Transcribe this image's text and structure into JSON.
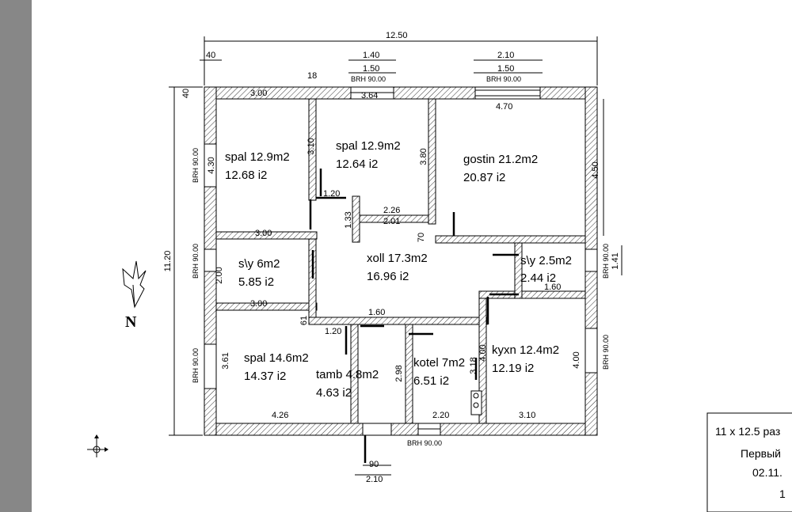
{
  "title_block": {
    "line1": "11 x 12.5  раз",
    "line2": "Первый",
    "line3": "02.11.",
    "line4": "1"
  },
  "north_label": "N",
  "rooms": [
    {
      "name": "spal 12.9m2",
      "area": "12.68 i2"
    },
    {
      "name": "spal 12.9m2",
      "area": "12.64 i2"
    },
    {
      "name": "gostin 21.2m2",
      "area": "20.87 i2"
    },
    {
      "name": "s\\y 6m2",
      "area": "5.85 i2"
    },
    {
      "name": "xoll 17.3m2",
      "area": "16.96 i2"
    },
    {
      "name": "s\\y 2.5m2",
      "area": "2.44 i2"
    },
    {
      "name": "spal 14.6m2",
      "area": "14.37 i2"
    },
    {
      "name": "tamb 4.8m2",
      "area": "4.63 i2"
    },
    {
      "name": "kotel 7m2",
      "area": "6.51 i2"
    },
    {
      "name": "kyxn 12.4m2",
      "area": "12.19 i2"
    }
  ],
  "dims": {
    "total_width": "12.50",
    "total_height": "11.20",
    "d40_top": "40",
    "d40_left": "40",
    "win1_outer": "1.40",
    "win1_inner": "1.50",
    "win2_outer": "2.10",
    "win2_inner": "1.50",
    "d18": "18",
    "d300_top": "3.00",
    "d364": "3.64",
    "d470": "4.70",
    "d430": "4.30",
    "d310": "3.10",
    "d380": "3.80",
    "d450": "4.50",
    "d120_a": "1.20",
    "d226": "2.26",
    "d201": "2.01",
    "d133": "1.33",
    "d300_mid": "3.00",
    "d70": "70",
    "d200": "2.00",
    "d300_low": "3.00",
    "d141": "1.41",
    "d160_r": "1.60",
    "d160_c": "1.60",
    "d61": "61",
    "d120_b": "1.20",
    "d361": "3.61",
    "d298": "2.98",
    "d318": "3.18",
    "d400_k": "4.00",
    "d400_r": "4.00",
    "d426": "4.26",
    "d220": "2.20",
    "d310_b": "3.10",
    "d90": "90",
    "d210_b": "2.10"
  },
  "brh": {
    "top1": "BRH 90.00",
    "top2": "BRH 90.00",
    "left1": "BRH 90.00",
    "left2": "BRH 90.00",
    "left3": "BRH 90.00",
    "right1": "BRH 90.00",
    "right2": "BRH 90.00",
    "bottom": "BRH 90.00"
  }
}
